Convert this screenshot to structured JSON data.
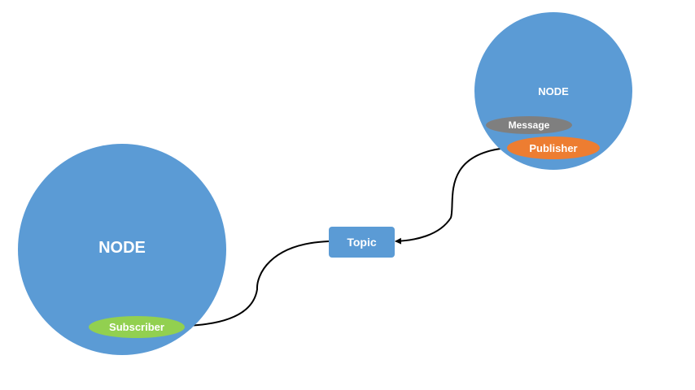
{
  "nodes": {
    "left": {
      "label": "NODE"
    },
    "right": {
      "label": "NODE"
    }
  },
  "subscriber": {
    "label": "Subscriber"
  },
  "message": {
    "label": "Message"
  },
  "publisher": {
    "label": "Publisher"
  },
  "topic": {
    "label": "Topic"
  },
  "colors": {
    "node": "#5b9bd5",
    "topic": "#5b9bd5",
    "subscriber": "#92d050",
    "message": "#7f7f7f",
    "publisher": "#ed7d31",
    "connector": "#000000",
    "background": "#ffffff"
  }
}
